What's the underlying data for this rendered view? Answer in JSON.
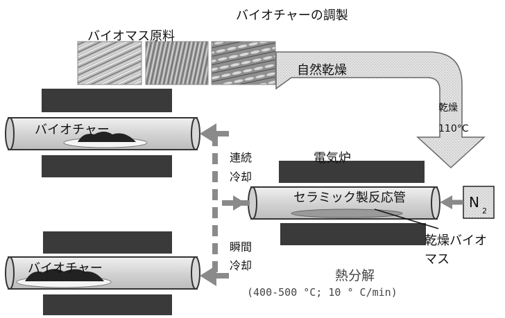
{
  "diagram": {
    "title": "バイオチャーの調製",
    "biomass_label": "バイオマス原料",
    "natural_drying_label": "自然乾燥",
    "drying_step_label": "乾燥",
    "drying_temperature": "110°C",
    "furnace_label": "電気炉",
    "reaction_tube_label": "セラミック製反応管",
    "dried_biomass_label_line1": "乾燥バイオ",
    "dried_biomass_label_line2": "マス",
    "nitrogen_symbol": "N",
    "nitrogen_subscript": "2",
    "continuous_cooling_line1": "連続",
    "continuous_cooling_line2": "冷却",
    "instant_cooling_line1": "瞬間",
    "instant_cooling_line2": "冷却",
    "biochar_label_top": "バイオチャー",
    "biochar_label_bottom": "バイオチャー",
    "pyrolysis_label": "熱分解",
    "pyrolysis_conditions": "(400-500 °C; 10 ° C/min)"
  },
  "colors": {
    "heater_block": "#3a3a3a",
    "tube_fill": "#d9d9d9",
    "arrow_fill": "#e3e3e3",
    "arrow_stroke": "#666666",
    "cooling_arrow": "#8a8a8a",
    "char": "#222222"
  }
}
